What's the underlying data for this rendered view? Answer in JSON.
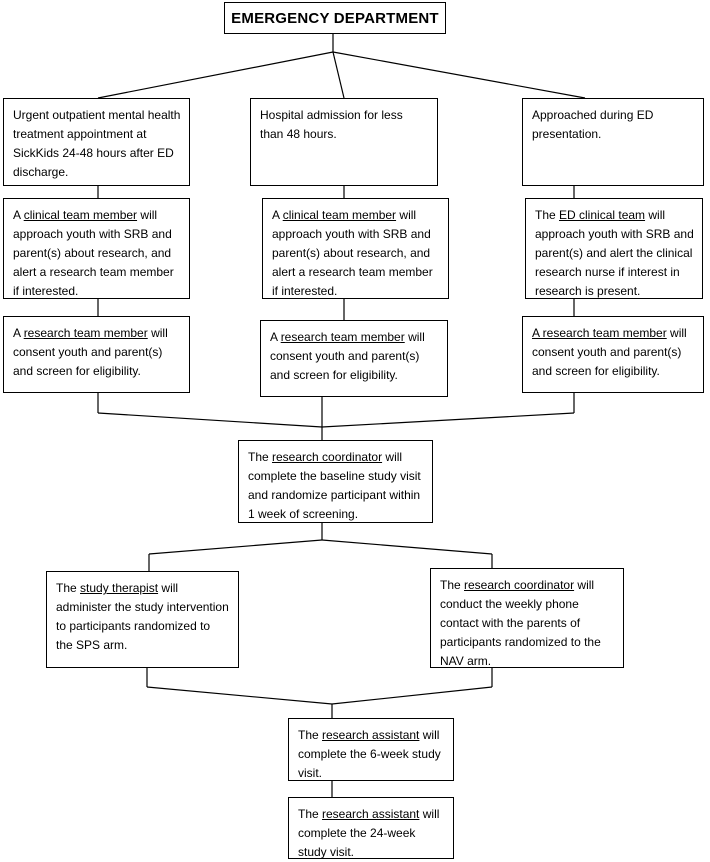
{
  "title": "EMERGENCY DEPARTMENT",
  "pathways": {
    "left": {
      "entry": "Urgent outpatient mental health treatment appointment at SickKids 24-48 hours after ED discharge."
    },
    "middle": {
      "entry": "Hospital admission for less than 48 hours."
    },
    "right": {
      "entry": "Approached during ED presentation."
    }
  },
  "approach": {
    "left": {
      "pre": "A ",
      "role": "clinical team member",
      "post": " will approach youth with SRB and parent(s) about research, and alert a research team member if interested."
    },
    "middle": {
      "pre": "A ",
      "role": "clinical team member",
      "post": " will approach youth with SRB and parent(s) about research, and alert a research team member if interested."
    },
    "right": {
      "pre": "The ",
      "role": "ED clinical team",
      "post": " will approach youth with SRB and parent(s) and alert the clinical research nurse if interest in research is present."
    }
  },
  "consent": {
    "left": {
      "pre": "A ",
      "role": "research team member",
      "post": " will consent youth and parent(s) and screen for eligibility."
    },
    "middle": {
      "pre": "A ",
      "role": "research team member",
      "post": " will consent youth and parent(s) and screen for eligibility."
    },
    "right": {
      "pre": "",
      "role": "A research team member",
      "post": " will consent youth and parent(s) and screen for eligibility."
    }
  },
  "baseline": {
    "pre": "The ",
    "role": "research coordinator",
    "post": " will complete the baseline study visit and randomize participant within 1 week of screening."
  },
  "arms": {
    "sps": {
      "pre": "The ",
      "role": "study therapist",
      "post": " will administer the study intervention to participants randomized to the SPS arm."
    },
    "nav": {
      "pre": "The ",
      "role": "research coordinator",
      "post": " will conduct the weekly phone contact with the parents of participants randomized to the NAV arm."
    }
  },
  "week6": {
    "pre": "The ",
    "role": "research assistant",
    "post": " will complete the 6-week study visit."
  },
  "week24": {
    "pre": "The ",
    "role": "research assistant",
    "post": " will complete the 24-week study visit."
  }
}
